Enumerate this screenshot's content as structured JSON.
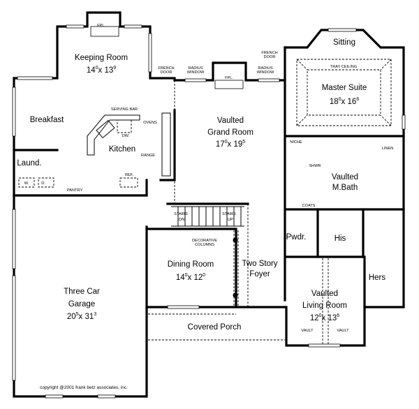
{
  "rooms": {
    "keeping": {
      "name": "Keeping Room",
      "w": "14",
      "wi": "0",
      "h": "13",
      "hi": "9"
    },
    "breakfast": {
      "name": "Breakfast"
    },
    "kitchen": {
      "name": "Kitchen"
    },
    "laundry": {
      "name": "Laund."
    },
    "grand": {
      "name1": "Vaulted",
      "name2": "Grand Room",
      "w": "17",
      "wi": "0",
      "h": "19",
      "hi": "5"
    },
    "sitting": {
      "name": "Sitting"
    },
    "master": {
      "name": "Master Suite",
      "w": "18",
      "wi": "0",
      "h": "16",
      "hi": "6"
    },
    "mbath": {
      "name1": "Vaulted",
      "name2": "M.Bath"
    },
    "powder": {
      "name": "Pwdr."
    },
    "his": {
      "name": "His"
    },
    "hers": {
      "name": "Hers"
    },
    "dining": {
      "name": "Dining Room",
      "w": "14",
      "wi": "0",
      "h": "12",
      "hi": "0"
    },
    "foyer": {
      "name1": "Two Story",
      "name2": "Foyer"
    },
    "living": {
      "name1": "Vaulted",
      "name2": "Living Room",
      "w": "12",
      "wi": "0",
      "h": "13",
      "hi": "6"
    },
    "porch": {
      "name": "Covered Porch"
    },
    "garage": {
      "name1": "Three Car",
      "name2": "Garage",
      "w": "20",
      "wi": "5",
      "h": "31",
      "hi": "3"
    }
  },
  "notes": {
    "fpl": "FPL.",
    "serving_bar": "SERVING BAR",
    "ovens": "OVENS",
    "dw": "DW.",
    "range": "RANGE",
    "ref": "REF.",
    "pantry": "PANTRY",
    "washer": "W.",
    "dryer": "D.",
    "french": "FRENCH",
    "door": "DOOR",
    "radius": "RADIUS",
    "window": "WINDOW",
    "tray_ceiling": "TRAY CEILING",
    "niche": "NICHE",
    "linen": "LINEN",
    "shower": "SHWR",
    "coats": "COATS",
    "stairs": "STAIRS",
    "dn": "DN.",
    "up": "UP",
    "decorative": "DECORATIVE",
    "columns": "COLUMNS",
    "vault": "VAULT"
  },
  "copyright": "copyright @2001 frank betz associates, inc."
}
